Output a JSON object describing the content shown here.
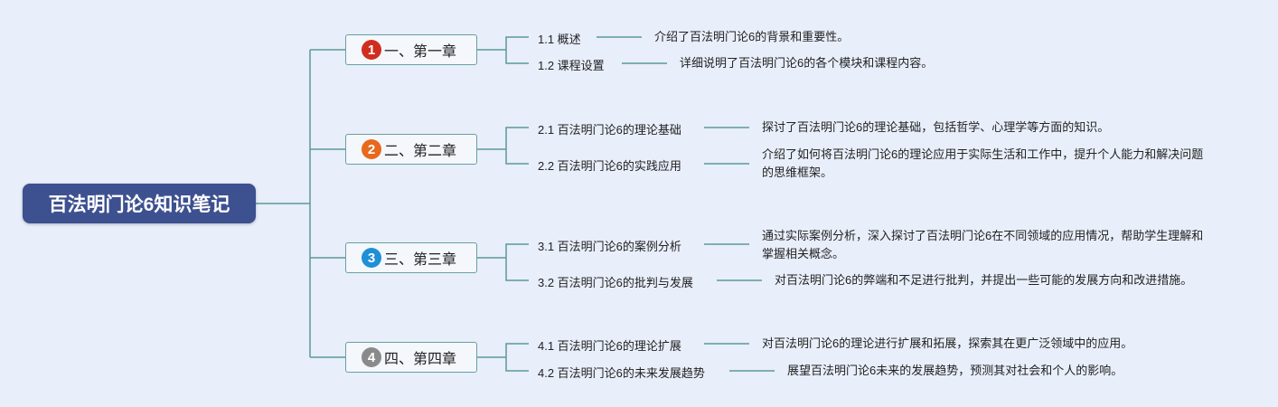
{
  "root": {
    "title": "百法明门论6知识笔记"
  },
  "chapters": [
    {
      "num": "1",
      "label": "一、第一章",
      "color": "#d02d1e",
      "topics": [
        {
          "label": "1.1 概述",
          "desc": "介绍了百法明门论6的背景和重要性。"
        },
        {
          "label": "1.2 课程设置",
          "desc": "详细说明了百法明门论6的各个模块和课程内容。"
        }
      ]
    },
    {
      "num": "2",
      "label": "二、第二章",
      "color": "#e8681c",
      "topics": [
        {
          "label": "2.1 百法明门论6的理论基础",
          "desc": "探讨了百法明门论6的理论基础，包括哲学、心理学等方面的知识。"
        },
        {
          "label": "2.2 百法明门论6的实践应用",
          "desc": "介绍了如何将百法明门论6的理论应用于实际生活和工作中，提升个人能力和解决问题的思维框架。"
        }
      ]
    },
    {
      "num": "3",
      "label": "三、第三章",
      "color": "#1f8fd6",
      "topics": [
        {
          "label": "3.1 百法明门论6的案例分析",
          "desc": "通过实际案例分析，深入探讨了百法明门论6在不同领域的应用情况，帮助学生理解和掌握相关概念。"
        },
        {
          "label": "3.2 百法明门论6的批判与发展",
          "desc": "对百法明门论6的弊端和不足进行批判，并提出一些可能的发展方向和改进措施。"
        }
      ]
    },
    {
      "num": "4",
      "label": "四、第四章",
      "color": "#8a8a8a",
      "topics": [
        {
          "label": "4.1 百法明门论6的理论扩展",
          "desc": "对百法明门论6的理论进行扩展和拓展，探索其在更广泛领域中的应用。"
        },
        {
          "label": "4.2 百法明门论6的未来发展趋势",
          "desc": "展望百法明门论6未来的发展趋势，预测其对社会和个人的影响。"
        }
      ]
    }
  ]
}
